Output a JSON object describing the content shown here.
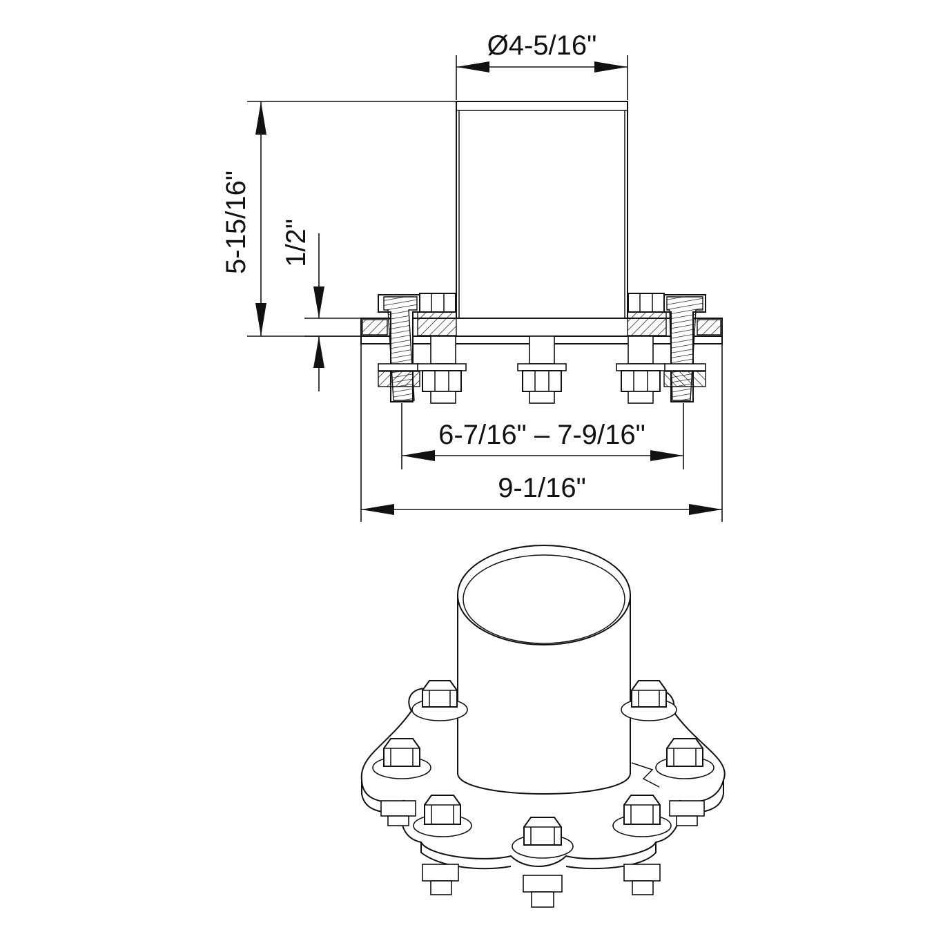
{
  "dimensions": {
    "pipe_diameter": "Ø4-5/16\"",
    "height": "5-15/16\"",
    "plate_thickness": "1/2\"",
    "bolt_span": "6-7/16\" – 7-9/16\"",
    "overall_width": "9-1/16\""
  },
  "colors": {
    "line": "#111111",
    "background": "#ffffff"
  }
}
